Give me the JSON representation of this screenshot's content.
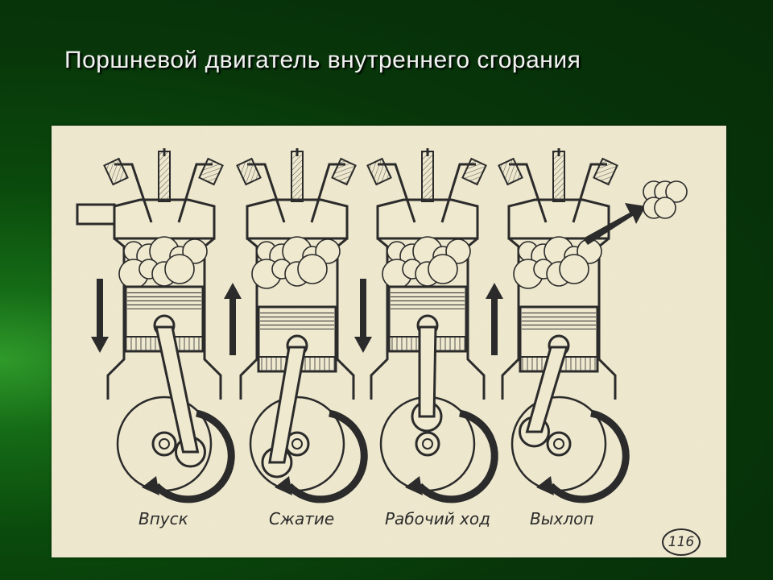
{
  "slide": {
    "title": "Поршневой двигатель внутреннего сгорания"
  },
  "diagram": {
    "strokes": [
      {
        "label": "Впуск",
        "piston": "down",
        "arrow": "down",
        "mixture": "inlet"
      },
      {
        "label": "Сжатие",
        "piston": "up",
        "arrow": "up",
        "mixture": "compressed"
      },
      {
        "label": "Рабочий ход",
        "piston": "down",
        "arrow": "down",
        "mixture": "burning"
      },
      {
        "label": "Выхлоп",
        "piston": "up",
        "arrow": "up",
        "mixture": "exhaust"
      }
    ],
    "page_number": "116"
  },
  "colors": {
    "background_green": "#0a4a0c",
    "paper": "#efe9cf",
    "ink": "#2b2b2b"
  }
}
